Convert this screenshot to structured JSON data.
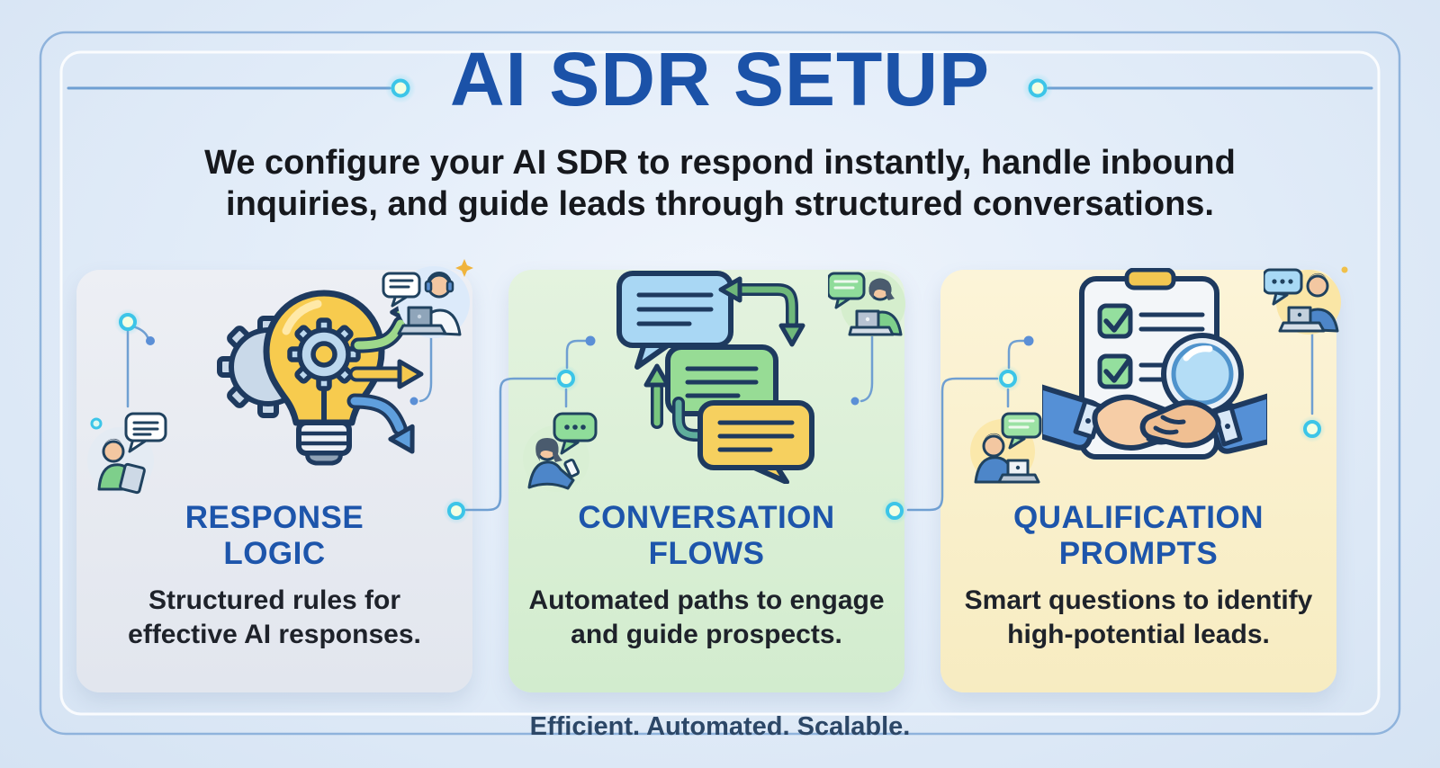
{
  "header": {
    "title": "AI SDR SETUP",
    "subtitle_line1": "We configure your AI SDR to respond instantly, handle inbound",
    "subtitle_line2": "inquiries, and guide leads through structured conversations."
  },
  "cards": [
    {
      "id": "response-logic",
      "title_line1": "RESPONSE",
      "title_line2": "LOGIC",
      "desc_line1": "Structured rules for",
      "desc_line2": "effective AI responses.",
      "icon": "lightbulb-gear-arrows-icon",
      "bg_color": "#e9ecf2"
    },
    {
      "id": "conversation-flows",
      "title_line1": "CONVERSATION",
      "title_line2": "FLOWS",
      "desc_line1": "Automated paths to engage",
      "desc_line2": "and guide prospects.",
      "icon": "chat-bubbles-arrows-icon",
      "bg_color": "#ddf0d7"
    },
    {
      "id": "qualification-prompts",
      "title_line1": "QUALIFICATION",
      "title_line2": "PROMPTS",
      "desc_line1": "Smart questions to identify",
      "desc_line2": "high-potential leads.",
      "icon": "clipboard-handshake-magnifier-icon",
      "bg_color": "#faf0c9"
    }
  ],
  "footer": {
    "tagline": "Efficient. Automated. Scalable."
  },
  "decorations": {
    "mini_illustrations": [
      "agent-with-tablet-illustration",
      "support-agent-headset-laptop-illustration",
      "woman-with-phone-illustration",
      "woman-at-laptop-illustration",
      "man-at-laptop-chat-illustration",
      "man-at-laptop-typing-illustration"
    ],
    "connector_style": "circuit-lines-with-glowing-nodes"
  },
  "colors": {
    "title_blue": "#1b52a8",
    "heading_blue": "#1d55ab",
    "body_text": "#16181d",
    "footer_navy": "#2c4767",
    "connector_line": "#6f9fd2",
    "glow_ring": "#3cc5e8",
    "card1_bg": "#e9ecf2",
    "card2_bg": "#ddf0d7",
    "card3_bg": "#faf0c9",
    "page_bg": "#dde8f5"
  }
}
